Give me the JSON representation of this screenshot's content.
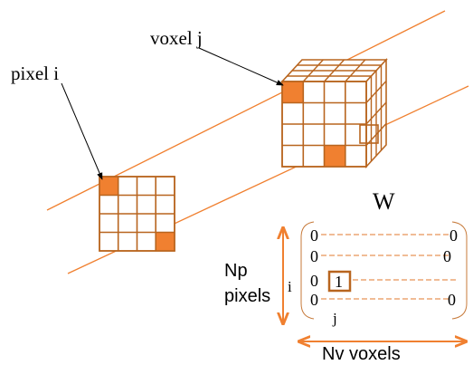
{
  "labels": {
    "voxel": "voxel j",
    "pixel": "pixel i",
    "matrix": "W",
    "np_line1": "Np",
    "np_line2": "pixels",
    "row_index": "i",
    "col_index": "j",
    "nv": "Nv voxels"
  },
  "matrix": {
    "rows": [
      {
        "left": "0",
        "right": "0"
      },
      {
        "left": "0",
        "right": "0"
      },
      {
        "left": "0",
        "right": "",
        "marked": "1"
      },
      {
        "left": "0",
        "right": "0"
      }
    ]
  },
  "colors": {
    "accent": "#cd853f",
    "fill": "#f08030",
    "grid": "#b8651f",
    "arrow": "#000000"
  }
}
